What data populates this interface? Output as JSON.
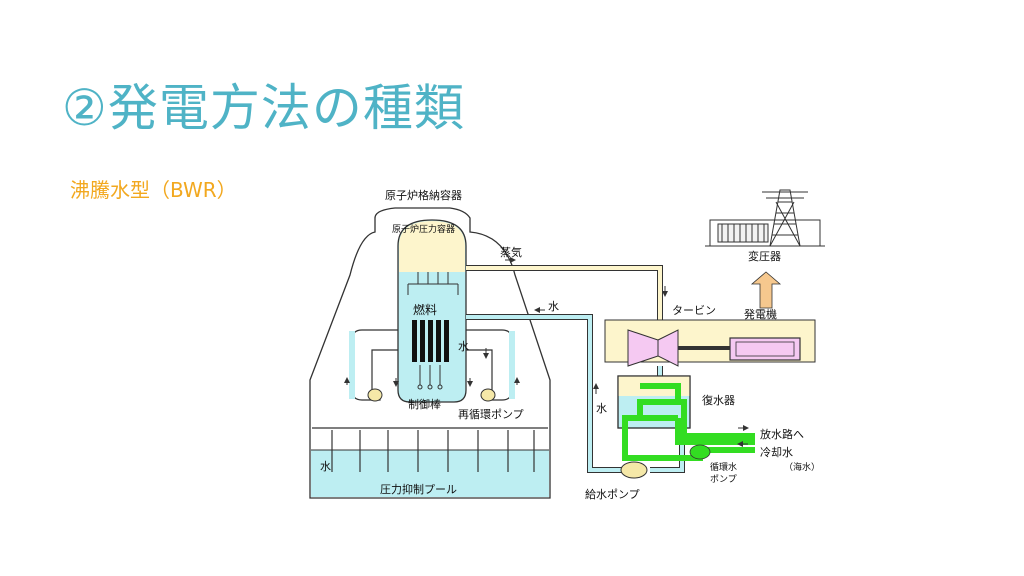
{
  "slide": {
    "title": "②発電方法の種類",
    "subtitle": "沸騰水型（BWR）"
  },
  "diagram": {
    "labels": {
      "containment_vessel": "原子炉格納容器",
      "pressure_vessel": "原子炉圧力容器",
      "fuel": "燃料",
      "water_in_vessel": "水",
      "control_rods": "制御棒",
      "recirculation_pump": "再循環ポンプ",
      "pool_water": "水",
      "suppression_pool": "圧力抑制プール",
      "steam": "蒸気",
      "water_return": "水",
      "water_down": "水",
      "turbine": "タービン",
      "generator": "発電機",
      "transformer": "変圧器",
      "condenser": "復水器",
      "to_discharge": "放水路へ",
      "cooling_water": "冷却水",
      "sea_water": "（海水）",
      "circulation_pump_line1": "循環水",
      "circulation_pump_line2": "ポンプ",
      "feedwater_pump": "給水ポンプ"
    },
    "colors": {
      "title": "#4fb3c6",
      "subtitle": "#f2a81f",
      "water": "#bdeef2",
      "steam": "#fdf5cc",
      "turbine": "#f5c9f2",
      "cooling_loop": "#33dd22",
      "transformer_arrow": "#f6c88e",
      "pump": "#f5e8a8"
    }
  }
}
